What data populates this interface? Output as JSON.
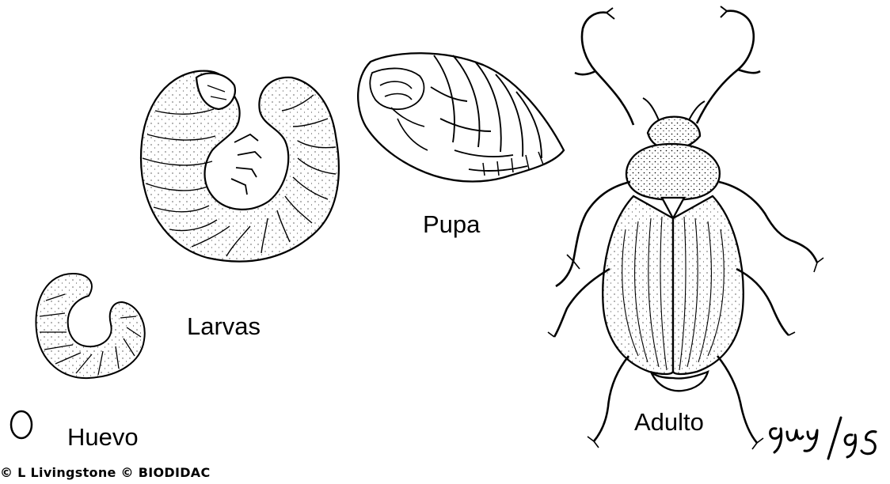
{
  "labels": {
    "egg": "Huevo",
    "larvae": "Larvas",
    "pupa": "Pupa",
    "adult": "Adulto"
  },
  "credit": "© L Livingstone © BIODIDAC",
  "signature": "9uy/95",
  "colors": {
    "ink": "#000000",
    "paper": "#ffffff"
  }
}
